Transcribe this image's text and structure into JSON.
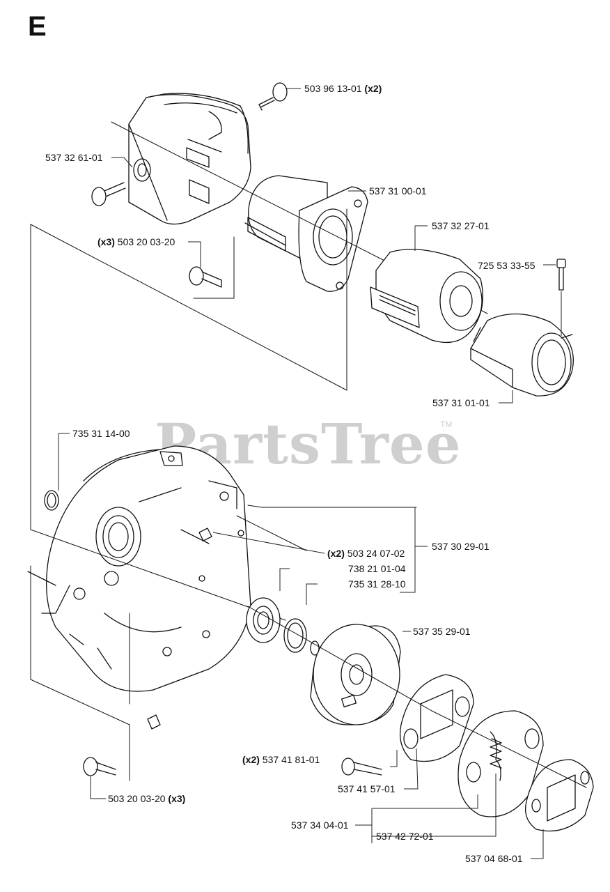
{
  "section_letter": "E",
  "watermark": "PartsTree",
  "watermark_tm": "TM",
  "callouts": [
    {
      "id": "c1",
      "part": "503 96 13-01",
      "qty": "(x2)",
      "qty_pos": "after"
    },
    {
      "id": "c2",
      "part": "537 32 61-01",
      "qty": "",
      "qty_pos": ""
    },
    {
      "id": "c3",
      "part": "537 31 00-01",
      "qty": "",
      "qty_pos": ""
    },
    {
      "id": "c4",
      "part": "503 20 03-20",
      "qty": "(x3)",
      "qty_pos": "before"
    },
    {
      "id": "c5",
      "part": "537 32 27-01",
      "qty": "",
      "qty_pos": ""
    },
    {
      "id": "c6",
      "part": "725 53 33-55",
      "qty": "",
      "qty_pos": ""
    },
    {
      "id": "c7",
      "part": "537 31 01-01",
      "qty": "",
      "qty_pos": ""
    },
    {
      "id": "c8",
      "part": "735 31 14-00",
      "qty": "",
      "qty_pos": ""
    },
    {
      "id": "c9",
      "part": "537 30 29-01",
      "qty": "",
      "qty_pos": ""
    },
    {
      "id": "c10",
      "part": "503 24 07-02",
      "qty": "(x2)",
      "qty_pos": "before"
    },
    {
      "id": "c11",
      "part": "738 21 01-04",
      "qty": "",
      "qty_pos": ""
    },
    {
      "id": "c12",
      "part": "735 31 28-10",
      "qty": "",
      "qty_pos": ""
    },
    {
      "id": "c13",
      "part": "537 35 29-01",
      "qty": "",
      "qty_pos": ""
    },
    {
      "id": "c14",
      "part": "537 41 81-01",
      "qty": "(x2)",
      "qty_pos": "before"
    },
    {
      "id": "c15",
      "part": "537 41 57-01",
      "qty": "",
      "qty_pos": ""
    },
    {
      "id": "c16",
      "part": "503 20 03-20",
      "qty": "(x3)",
      "qty_pos": "after"
    },
    {
      "id": "c17",
      "part": "537 34 04-01",
      "qty": "",
      "qty_pos": ""
    },
    {
      "id": "c18",
      "part": "537 42 72-01",
      "qty": "",
      "qty_pos": ""
    },
    {
      "id": "c19",
      "part": "537 04 68-01",
      "qty": "",
      "qty_pos": ""
    }
  ]
}
